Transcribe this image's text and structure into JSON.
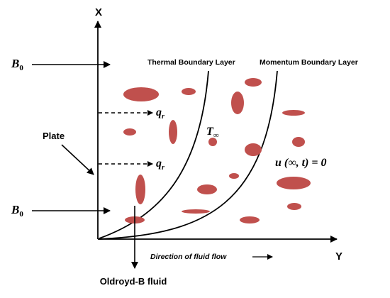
{
  "axes": {
    "vertical_label": "X",
    "horizontal_label": "Y"
  },
  "labels": {
    "b0_top": "B",
    "b0_top_sub": "0",
    "b0_bottom": "B",
    "b0_bottom_sub": "0",
    "qr_top": "q",
    "qr_top_sub": "r",
    "qr_bottom": "q",
    "qr_bottom_sub": "r",
    "plate": "Plate",
    "thermal_layer": "Thermal Boundary Layer",
    "momentum_layer": "Momentum Boundary Layer",
    "t_infinity": "T",
    "t_infinity_sub": "∞",
    "velocity_condition": "u (∞, t) = 0",
    "flow_direction": "Direction of fluid flow",
    "fluid": "Oldroyd-B fluid"
  },
  "colors": {
    "particle": "#c0504d",
    "line": "#000000"
  }
}
